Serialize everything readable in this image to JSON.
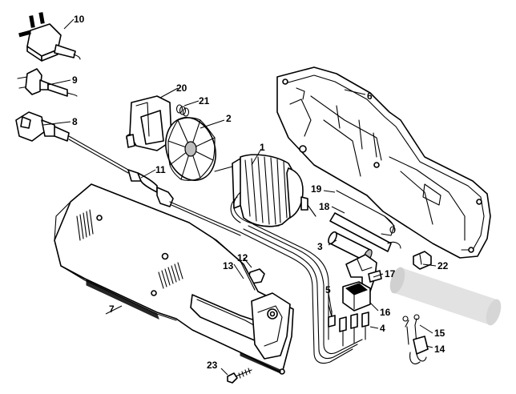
{
  "diagram": {
    "callouts": [
      {
        "id": "10",
        "label": "10"
      },
      {
        "id": "9",
        "label": "9"
      },
      {
        "id": "8",
        "label": "8"
      },
      {
        "id": "20",
        "label": "20"
      },
      {
        "id": "21",
        "label": "21"
      },
      {
        "id": "2",
        "label": "2"
      },
      {
        "id": "6",
        "label": "6"
      },
      {
        "id": "1",
        "label": "1"
      },
      {
        "id": "11",
        "label": "11"
      },
      {
        "id": "19",
        "label": "19"
      },
      {
        "id": "18",
        "label": "18"
      },
      {
        "id": "3",
        "label": "3"
      },
      {
        "id": "22",
        "label": "22"
      },
      {
        "id": "12",
        "label": "12"
      },
      {
        "id": "13",
        "label": "13"
      },
      {
        "id": "17",
        "label": "17"
      },
      {
        "id": "5",
        "label": "5"
      },
      {
        "id": "16",
        "label": "16"
      },
      {
        "id": "7",
        "label": "7"
      },
      {
        "id": "4",
        "label": "4"
      },
      {
        "id": "15",
        "label": "15"
      },
      {
        "id": "14",
        "label": "14"
      },
      {
        "id": "23",
        "label": "23"
      }
    ]
  }
}
